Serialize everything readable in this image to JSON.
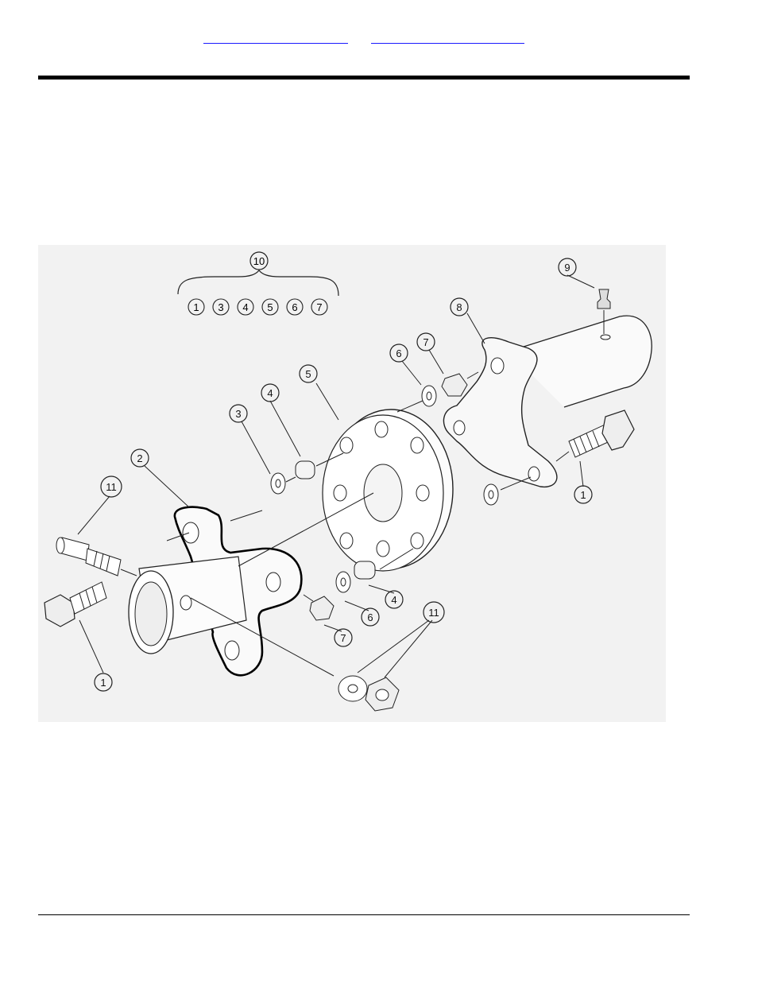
{
  "nav": {
    "link_a": "",
    "link_b": ""
  },
  "callouts": {
    "c1a": "1",
    "c1b": "1",
    "c2": "2",
    "c3": "3",
    "c4a": "4",
    "c4b": "4",
    "c5": "5",
    "c6a": "6",
    "c6b": "6",
    "c7a": "7",
    "c7b": "7",
    "c8": "8",
    "c9": "9",
    "c10": "10",
    "c11a": "11",
    "c11b": "11"
  },
  "kit": {
    "title": "10",
    "items": [
      "1",
      "3",
      "4",
      "5",
      "6",
      "7"
    ]
  }
}
